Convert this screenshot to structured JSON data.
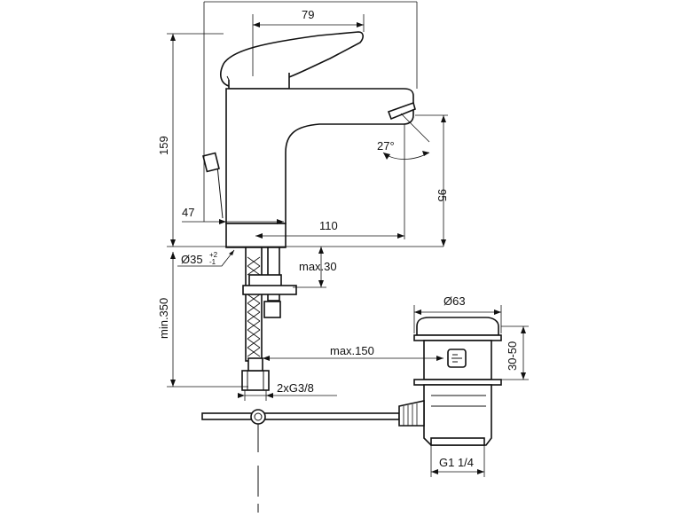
{
  "dimensions": {
    "top_width": "79",
    "total_height": "159",
    "spout_height": "95",
    "spout_reach": "110",
    "lever_offset": "47",
    "spout_angle": "27°",
    "hole_diameter": "Ø35",
    "hole_tol_upper": "+2",
    "hole_tol_lower": "-1",
    "counter_thickness": "max.30",
    "under_depth": "min.350",
    "pop_up_reach": "max.150",
    "hose_thread": "2xG3/8",
    "waste_diameter": "Ø63",
    "flange_range": "30-50",
    "waste_thread": "G1 1/4"
  }
}
